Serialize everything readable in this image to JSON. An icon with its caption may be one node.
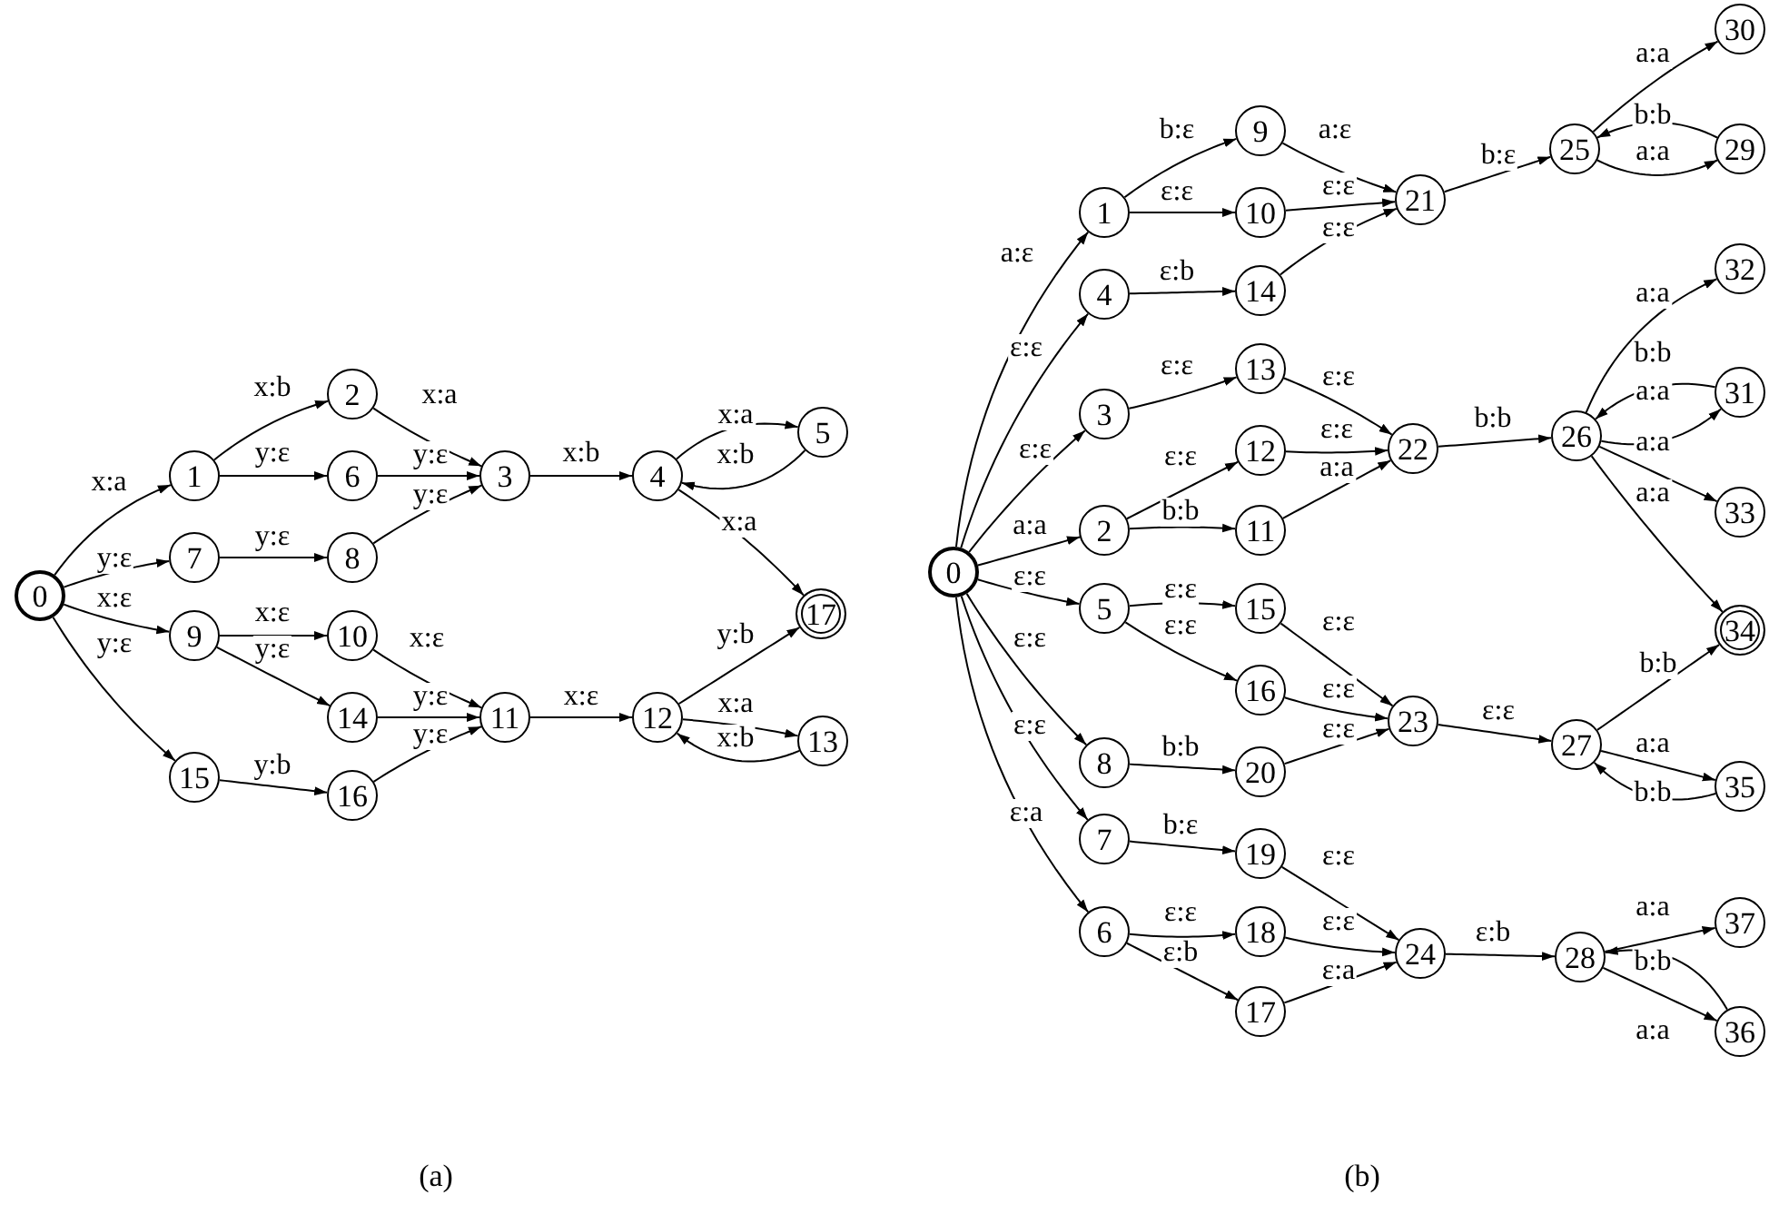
{
  "diagram": {
    "nodes": [
      {
        "text": [
          "0"
        ]
      },
      {
        "text": [
          "1"
        ]
      },
      {
        "text": [
          "2"
        ]
      },
      {
        "text": [
          "3"
        ]
      },
      {
        "text": [
          "4"
        ]
      },
      {
        "text": [
          "5"
        ]
      },
      {
        "text": [
          "6"
        ]
      },
      {
        "text": [
          "7"
        ]
      },
      {
        "text": [
          "8"
        ]
      },
      {
        "text": [
          "9"
        ]
      },
      {
        "text": [
          "10"
        ]
      },
      {
        "text": [
          "11"
        ]
      },
      {
        "text": [
          "12"
        ]
      },
      {
        "text": [
          "13"
        ]
      },
      {
        "text": [
          "14"
        ]
      },
      {
        "text": [
          "15"
        ]
      },
      {
        "text": [
          "16"
        ]
      },
      {
        "text": [
          "17"
        ]
      },
      {
        "text": [
          "0"
        ]
      },
      {
        "text": [
          "1"
        ]
      },
      {
        "text": [
          "2"
        ]
      },
      {
        "text": [
          "3"
        ]
      },
      {
        "text": [
          "4"
        ]
      },
      {
        "text": [
          "5"
        ]
      },
      {
        "text": [
          "6"
        ]
      },
      {
        "text": [
          "7"
        ]
      },
      {
        "text": [
          "8"
        ]
      },
      {
        "text": [
          "9"
        ]
      },
      {
        "text": [
          "10"
        ]
      },
      {
        "text": [
          "11"
        ]
      },
      {
        "text": [
          "12"
        ]
      },
      {
        "text": [
          "13"
        ]
      },
      {
        "text": [
          "14"
        ]
      },
      {
        "text": [
          "15"
        ]
      },
      {
        "text": [
          "16"
        ]
      },
      {
        "text": [
          "17"
        ]
      },
      {
        "text": [
          "18"
        ]
      },
      {
        "text": [
          "19"
        ]
      },
      {
        "text": [
          "20"
        ]
      },
      {
        "text": [
          "21"
        ]
      },
      {
        "text": [
          "22"
        ]
      },
      {
        "text": [
          "23"
        ]
      },
      {
        "text": [
          "24"
        ]
      },
      {
        "text": [
          "25"
        ]
      },
      {
        "text": [
          "26"
        ]
      },
      {
        "text": [
          "27"
        ]
      },
      {
        "text": [
          "28"
        ]
      },
      {
        "text": [
          "29"
        ]
      },
      {
        "text": [
          "30"
        ]
      },
      {
        "text": [
          "31"
        ]
      },
      {
        "text": [
          "32"
        ]
      },
      {
        "text": [
          "33"
        ]
      },
      {
        "text": [
          "34"
        ]
      },
      {
        "text": [
          "35"
        ]
      },
      {
        "text": [
          "36"
        ]
      },
      {
        "text": [
          "37"
        ]
      }
    ],
    "edges": [
      {
        "from": 0,
        "to": 1,
        "arrow": "to",
        "label": "x:a"
      },
      {
        "from": 0,
        "to": 7,
        "arrow": "to",
        "label": "y:ε"
      },
      {
        "from": 0,
        "to": 9,
        "arrow": "to",
        "label": "x:ε"
      },
      {
        "from": 0,
        "to": 15,
        "arrow": "to",
        "label": "y:ε"
      },
      {
        "from": 1,
        "to": 2,
        "arrow": "to",
        "label": "x:b"
      },
      {
        "from": 1,
        "to": 6,
        "arrow": "to",
        "label": "y:ε"
      },
      {
        "from": 2,
        "to": 3,
        "arrow": "to",
        "label": "x:a"
      },
      {
        "from": 6,
        "to": 3,
        "arrow": "to",
        "label": "y:ε"
      },
      {
        "from": 8,
        "to": 3,
        "arrow": "to",
        "label": "y:ε"
      },
      {
        "from": 7,
        "to": 8,
        "arrow": "to",
        "label": "y:ε"
      },
      {
        "from": 3,
        "to": 4,
        "arrow": "to",
        "label": "x:b"
      },
      {
        "from": 4,
        "to": 5,
        "arrow": "to",
        "label": "x:a"
      },
      {
        "from": 5,
        "to": 4,
        "arrow": "to",
        "label": "x:b"
      },
      {
        "from": 4,
        "to": 17,
        "arrow": "to",
        "label": "x:a"
      },
      {
        "from": 9,
        "to": 10,
        "arrow": "to",
        "label": "x:ε"
      },
      {
        "from": 9,
        "to": 14,
        "arrow": "to",
        "label": "y:ε"
      },
      {
        "from": 10,
        "to": 11,
        "arrow": "to",
        "label": "x:ε"
      },
      {
        "from": 14,
        "to": 11,
        "arrow": "to",
        "label": "y:ε"
      },
      {
        "from": 16,
        "to": 11,
        "arrow": "to",
        "label": "y:ε"
      },
      {
        "from": 15,
        "to": 16,
        "arrow": "to",
        "label": "y:b"
      },
      {
        "from": 11,
        "to": 12,
        "arrow": "to",
        "label": "x:ε"
      },
      {
        "from": 12,
        "to": 17,
        "arrow": "to",
        "label": "y:b"
      },
      {
        "from": 12,
        "to": 13,
        "arrow": "to",
        "label": "x:a"
      },
      {
        "from": 13,
        "to": 12,
        "arrow": "to",
        "label": "x:b"
      },
      {
        "from": 18,
        "to": 19,
        "arrow": "to",
        "label": "a:ε"
      },
      {
        "from": 18,
        "to": 22,
        "arrow": "to",
        "label": "ε:ε"
      },
      {
        "from": 18,
        "to": 21,
        "arrow": "to",
        "label": "ε:ε"
      },
      {
        "from": 18,
        "to": 20,
        "arrow": "to",
        "label": "a:a"
      },
      {
        "from": 18,
        "to": 23,
        "arrow": "to",
        "label": "ε:ε"
      },
      {
        "from": 18,
        "to": 26,
        "arrow": "to",
        "label": "ε:ε"
      },
      {
        "from": 18,
        "to": 25,
        "arrow": "to",
        "label": "ε:ε"
      },
      {
        "from": 18,
        "to": 24,
        "arrow": "to",
        "label": "ε:a"
      },
      {
        "from": 19,
        "to": 27,
        "arrow": "to",
        "label": "b:ε"
      },
      {
        "from": 19,
        "to": 28,
        "arrow": "to",
        "label": "ε:ε"
      },
      {
        "from": 27,
        "to": 39,
        "arrow": "to",
        "label": "a:ε"
      },
      {
        "from": 28,
        "to": 39,
        "arrow": "to",
        "label": "ε:ε"
      },
      {
        "from": 32,
        "to": 39,
        "arrow": "to",
        "label": "ε:ε"
      },
      {
        "from": 22,
        "to": 32,
        "arrow": "to",
        "label": "ε:b"
      },
      {
        "from": 39,
        "to": 43,
        "arrow": "to",
        "label": "b:ε"
      },
      {
        "from": 43,
        "to": 48,
        "arrow": "to",
        "label": "a:a"
      },
      {
        "from": 47,
        "to": 43,
        "arrow": "to",
        "label": "b:b"
      },
      {
        "from": 43,
        "to": 47,
        "arrow": "to",
        "label": "a:a"
      },
      {
        "from": 21,
        "to": 31,
        "arrow": "to",
        "label": "ε:ε"
      },
      {
        "from": 31,
        "to": 40,
        "arrow": "to",
        "label": "ε:ε"
      },
      {
        "from": 20,
        "to": 30,
        "arrow": "to",
        "label": "ε:ε"
      },
      {
        "from": 20,
        "to": 29,
        "arrow": "to",
        "label": "b:b"
      },
      {
        "from": 30,
        "to": 40,
        "arrow": "to",
        "label": "ε:ε"
      },
      {
        "from": 29,
        "to": 40,
        "arrow": "to",
        "label": "a:a"
      },
      {
        "from": 40,
        "to": 44,
        "arrow": "to",
        "label": "b:b"
      },
      {
        "from": 44,
        "to": 50,
        "arrow": "to",
        "label": "a:a"
      },
      {
        "from": 49,
        "to": 44,
        "arrow": "to",
        "label": "b:b"
      },
      {
        "from": 44,
        "to": 49,
        "arrow": "to",
        "label": "a:a"
      },
      {
        "from": 44,
        "to": 51,
        "arrow": "to",
        "label": "a:a"
      },
      {
        "from": 44,
        "to": 52,
        "arrow": "to",
        "label": "a:a"
      },
      {
        "from": 23,
        "to": 33,
        "arrow": "to",
        "label": "ε:ε"
      },
      {
        "from": 23,
        "to": 34,
        "arrow": "to",
        "label": "ε:ε"
      },
      {
        "from": 33,
        "to": 41,
        "arrow": "to",
        "label": "ε:ε"
      },
      {
        "from": 34,
        "to": 41,
        "arrow": "to",
        "label": "ε:ε"
      },
      {
        "from": 38,
        "to": 41,
        "arrow": "to",
        "label": "ε:ε"
      },
      {
        "from": 26,
        "to": 38,
        "arrow": "to",
        "label": "b:b"
      },
      {
        "from": 41,
        "to": 45,
        "arrow": "to",
        "label": "ε:ε"
      },
      {
        "from": 45,
        "to": 52,
        "arrow": "to",
        "label": "b:b"
      },
      {
        "from": 45,
        "to": 53,
        "arrow": "to",
        "label": "a:a"
      },
      {
        "from": 53,
        "to": 45,
        "arrow": "to",
        "label": "b:b"
      },
      {
        "from": 25,
        "to": 37,
        "arrow": "to",
        "label": "b:ε"
      },
      {
        "from": 37,
        "to": 42,
        "arrow": "to",
        "label": "ε:ε"
      },
      {
        "from": 24,
        "to": 36,
        "arrow": "to",
        "label": "ε:ε"
      },
      {
        "from": 24,
        "to": 35,
        "arrow": "to",
        "label": "ε:b"
      },
      {
        "from": 36,
        "to": 42,
        "arrow": "to",
        "label": "ε:ε"
      },
      {
        "from": 35,
        "to": 42,
        "arrow": "to",
        "label": "ε:a"
      },
      {
        "from": 42,
        "to": 46,
        "arrow": "to",
        "label": "ε:b"
      },
      {
        "from": 46,
        "to": 55,
        "arrow": "to",
        "label": "a:a"
      },
      {
        "from": 54,
        "to": 46,
        "arrow": "to",
        "label": "b:b"
      },
      {
        "from": 46,
        "to": 54,
        "arrow": "to",
        "label": "a:a"
      }
    ],
    "labels": [
      "(a)",
      "(b)"
    ]
  }
}
